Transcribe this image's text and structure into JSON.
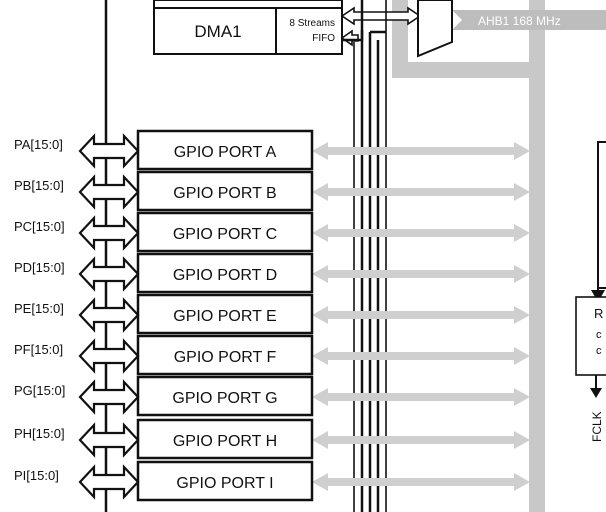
{
  "colors": {
    "line": "#111111",
    "bus_gray": "#c8c8c8",
    "arrow_gray": "#cfcfcf",
    "background": "#ffffff",
    "ahb_label_bg": "#bdbdbd",
    "ahb_label_text": "#ffffff"
  },
  "dma": {
    "name": "DMA1",
    "streams_label": "8 Streams",
    "fifo_label": "FIFO"
  },
  "bus": {
    "ahb1_label": "AHB1 168 MHz"
  },
  "ports": [
    {
      "pin_label": "PA[15:0]",
      "name": "GPIO PORT A"
    },
    {
      "pin_label": "PB[15:0]",
      "name": "GPIO PORT B"
    },
    {
      "pin_label": "PC[15:0]",
      "name": "GPIO PORT C"
    },
    {
      "pin_label": "PD[15:0]",
      "name": "GPIO PORT D"
    },
    {
      "pin_label": "PE[15:0]",
      "name": "GPIO PORT E"
    },
    {
      "pin_label": "PF[15:0]",
      "name": "GPIO PORT F"
    },
    {
      "pin_label": "PG[15:0]",
      "name": "GPIO PORT G"
    },
    {
      "pin_label": "PH[15:0]",
      "name": "GPIO PORT H"
    },
    {
      "pin_label": "PI[15:0]",
      "name": "GPIO PORT I"
    }
  ],
  "right_block": {
    "partial_label": "R",
    "symbol_1": "c",
    "symbol_2": "c"
  },
  "fclk_label": "FCLK"
}
